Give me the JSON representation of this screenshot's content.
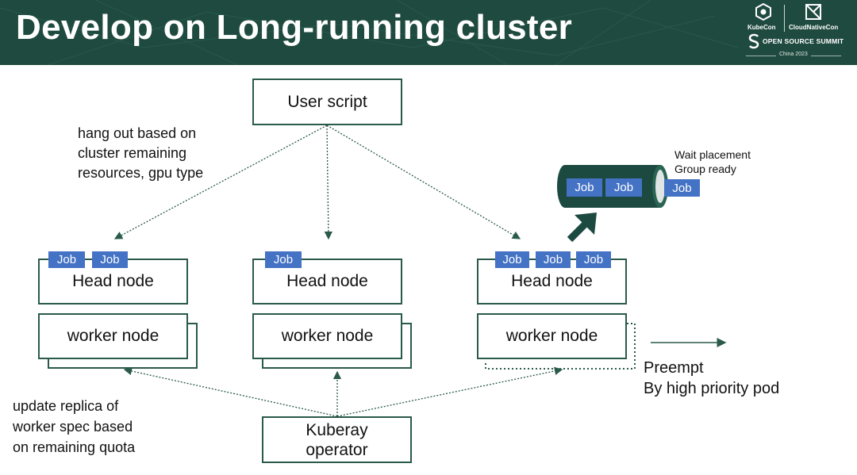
{
  "title": "Develop on Long-running cluster",
  "logos": {
    "kubecon": "KubeCon",
    "cloudnativecon": "CloudNativeCon",
    "oss": "OPEN SOURCE SUMMIT",
    "event": "China 2023"
  },
  "user_script": "User script",
  "note_hang": [
    "hang out based on",
    "cluster remaining",
    "resources, gpu type"
  ],
  "note_update": [
    "update replica of",
    "worker spec based",
    "on remaining quota"
  ],
  "clusters": [
    {
      "head": "Head node",
      "worker": "worker node",
      "jobs": [
        "Job",
        "Job"
      ]
    },
    {
      "head": "Head node",
      "worker": "worker node",
      "jobs": [
        "Job"
      ]
    },
    {
      "head": "Head node",
      "worker": "worker node",
      "jobs": [
        "Job",
        "Job",
        "Job"
      ]
    }
  ],
  "queue": {
    "jobs": [
      "Job",
      "Job"
    ],
    "incoming": "Job"
  },
  "wait_note": [
    "Wait placement",
    "Group ready"
  ],
  "preempt": [
    "Preempt",
    "By high priority pod"
  ],
  "kuberay": [
    "Kuberay",
    "operator"
  ],
  "colors": {
    "header": "#1f4a3f",
    "job": "#4472c4",
    "border": "#2a5a4a",
    "queue": "#1d4a40"
  }
}
